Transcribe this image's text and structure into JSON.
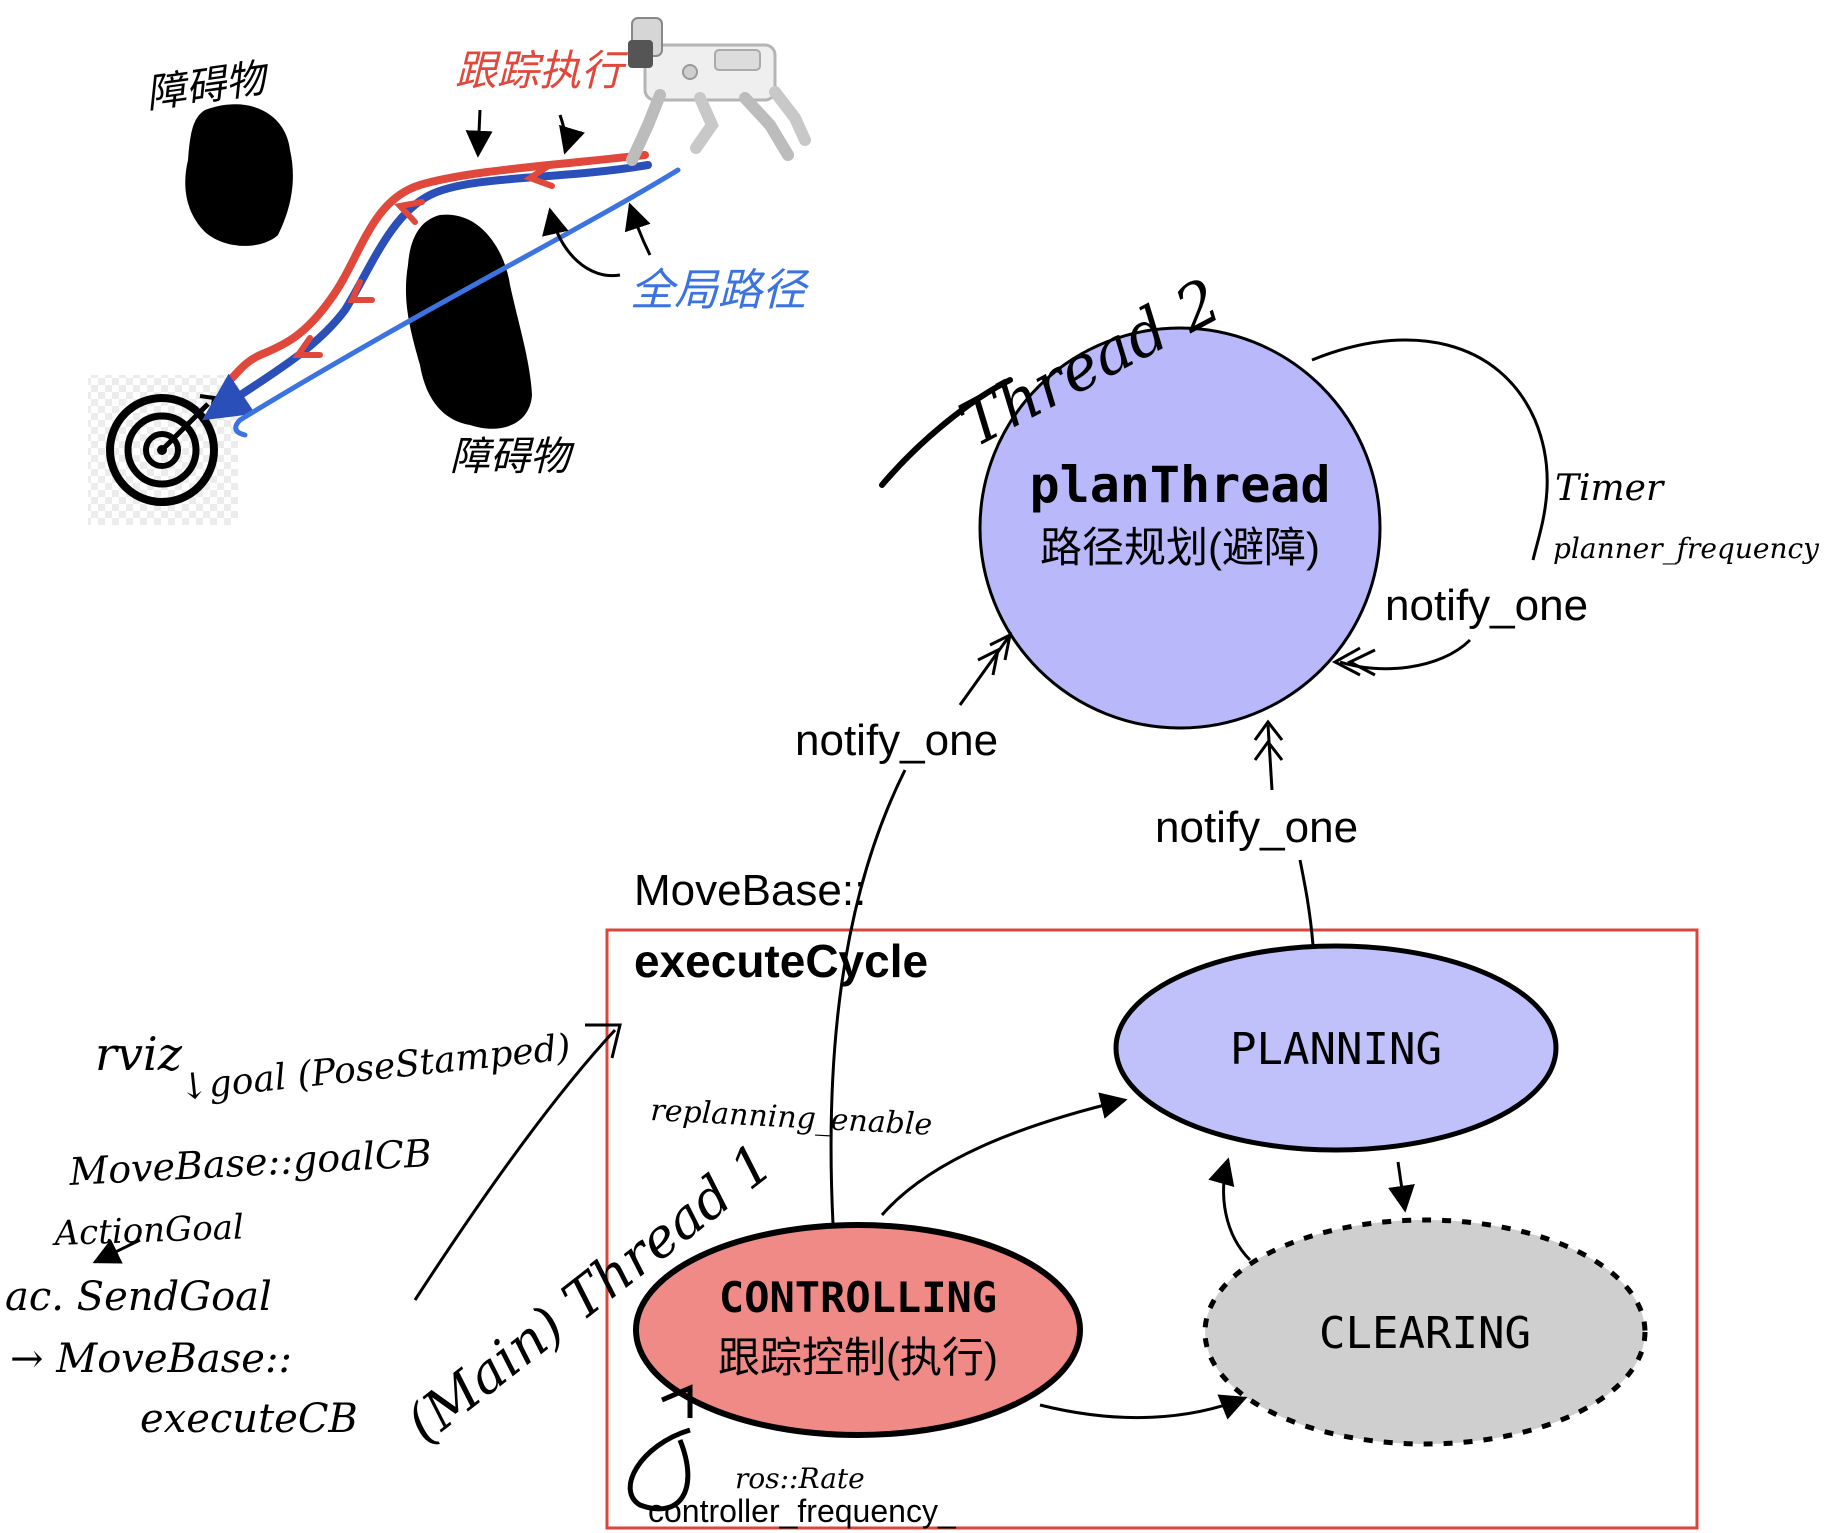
{
  "sketch": {
    "obstacle_top_label": "障碍物",
    "obstacle_mid_label": "障碍物",
    "tracking_label": "跟踪执行",
    "global_path_label": "全局路径",
    "colors": {
      "tracking": "#e0483c",
      "local_path": "#2b4fb8",
      "global_path": "#3b73e0",
      "obstacle": "#000000"
    }
  },
  "nodes": {
    "plan_thread": {
      "title": "planThread",
      "subtitle": "路径规划(避障)",
      "thread_label": "Thread 2",
      "fill": "#b8b8fb"
    },
    "planning": {
      "label": "PLANNING",
      "fill": "#c0c0fb"
    },
    "controlling": {
      "label": "CONTROLLING",
      "subtitle": "跟踪控制(执行)",
      "fill": "#ef8a86"
    },
    "clearing": {
      "label": "CLEARING",
      "fill": "#cfcfcf"
    }
  },
  "edges": {
    "notify_left": "notify_one",
    "notify_middle": "notify_one",
    "notify_right": "notify_one",
    "timer_label_1": "Timer",
    "timer_label_2": "planner_frequency",
    "replanning_label": "replanning_enable",
    "rate_label": "ros::Rate",
    "controller_frequency": "controller_frequency_"
  },
  "frame": {
    "title_line1": "MoveBase::",
    "title_line2": "executeCycle",
    "border_color": "#d9463b"
  },
  "annotations": {
    "rviz": "rviz",
    "goal": "↓goal (PoseStamped)",
    "goal_cb": "MoveBase::goalCB",
    "action_goal": "ActionGoal",
    "send_goal": "ac. SendGoal",
    "move_base": "→ MoveBase::",
    "execute_cb": "executeCB",
    "main_thread": "(Main) Thread 1"
  }
}
